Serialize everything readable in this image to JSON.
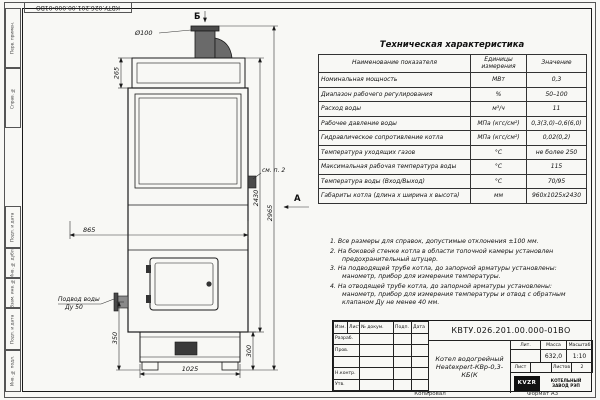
{
  "frame": {
    "doc_number_rotated": "КВТУ.026.201.00.000-01ВО",
    "stamps": [
      "Перв. примен.",
      "Справ. №",
      "Подп. и дата",
      "Инв. № дубл.",
      "Взам. инв. №",
      "Подп. и дата",
      "Инв. № подл."
    ],
    "footer_copy": "Копировал",
    "footer_format": "Формат А3"
  },
  "drawing": {
    "view_b": "Б",
    "view_a": "А",
    "dim_chimney": "Ø100",
    "dim_top_section": "265",
    "dim_width": "865",
    "dim_height_body": "2430",
    "dim_height_total": "2965",
    "dim_inlet_height": "350",
    "dim_base_height": "300",
    "dim_base_width": "1025",
    "note_ref": "см. п. 2",
    "inlet_line1": "Подвод воды",
    "inlet_line2": "Ду 50"
  },
  "table": {
    "title": "Техническая характеристика",
    "headers": {
      "name": "Наименование показателя",
      "units": "Единицы измерения",
      "value": "Значение"
    },
    "rows": [
      {
        "name": "Номинальная мощность",
        "units": "МВт",
        "value": "0,3"
      },
      {
        "name": "Диапазон рабочего регулирования",
        "units": "%",
        "value": "50–100"
      },
      {
        "name": "Расход воды",
        "units": "м³/ч",
        "value": "11"
      },
      {
        "name": "Рабочее давление воды",
        "units": "МПа (кгс/см²)",
        "value": "0,3(3,0)–0,6(6,0)"
      },
      {
        "name": "Гидравлическое сопротивление котла",
        "units": "МПа (кгс/см²)",
        "value": "0,02(0,2)"
      },
      {
        "name": "Температура уходящих газов",
        "units": "°С",
        "value": "не более 250"
      },
      {
        "name": "Максимальная рабочая температура воды",
        "units": "°С",
        "value": "115"
      },
      {
        "name": "Температура воды (Вход/Выход)",
        "units": "°С",
        "value": "70/95"
      },
      {
        "name": "Габариты котла (длина х ширина х высота)",
        "units": "мм",
        "value": "960х1025х2430"
      }
    ]
  },
  "notes": [
    "1.  Все размеры для справок, допустимые отклонения ±100 мм.",
    "2.  На боковой стенке котла в области топочной камеры установлен предохранительный штуцер.",
    "3.  На подводящей трубе котла, до запорной арматуры установлены: манометр, прибор для измерения температуры.",
    "4.  На отводящей трубе котла, до запорной арматуры установлены: манометр, прибор для измерения температуры и отвод с обратным клапаном Ду не менее 40 мм."
  ],
  "title_block": {
    "doc_number": "КВТУ.026.201.00.000-01ВО",
    "product_name": "Котел водогрейный Heatexpert-КВр-0,3- КБ(К",
    "cols": {
      "izm": "Изм.",
      "list": "Лист",
      "doc": "№ докум.",
      "podp": "Подп.",
      "date": "Дата"
    },
    "rows": {
      "razrab": "Разраб.",
      "prov": "Пров.",
      "nkontr": "Н.контр.",
      "utv": "Утв."
    },
    "lit_label": "Лит.",
    "mass_label": "Масса",
    "scale_label": "Масштаб",
    "mass_value": "632,0",
    "scale_value": "1:10",
    "sheet_label": "Лист",
    "sheets_label": "Листов",
    "sheets_value": "2",
    "org_logo": "KVZR",
    "org_name": "КОТЕЛЬНЫЙ ЗАВОД РЭП"
  }
}
